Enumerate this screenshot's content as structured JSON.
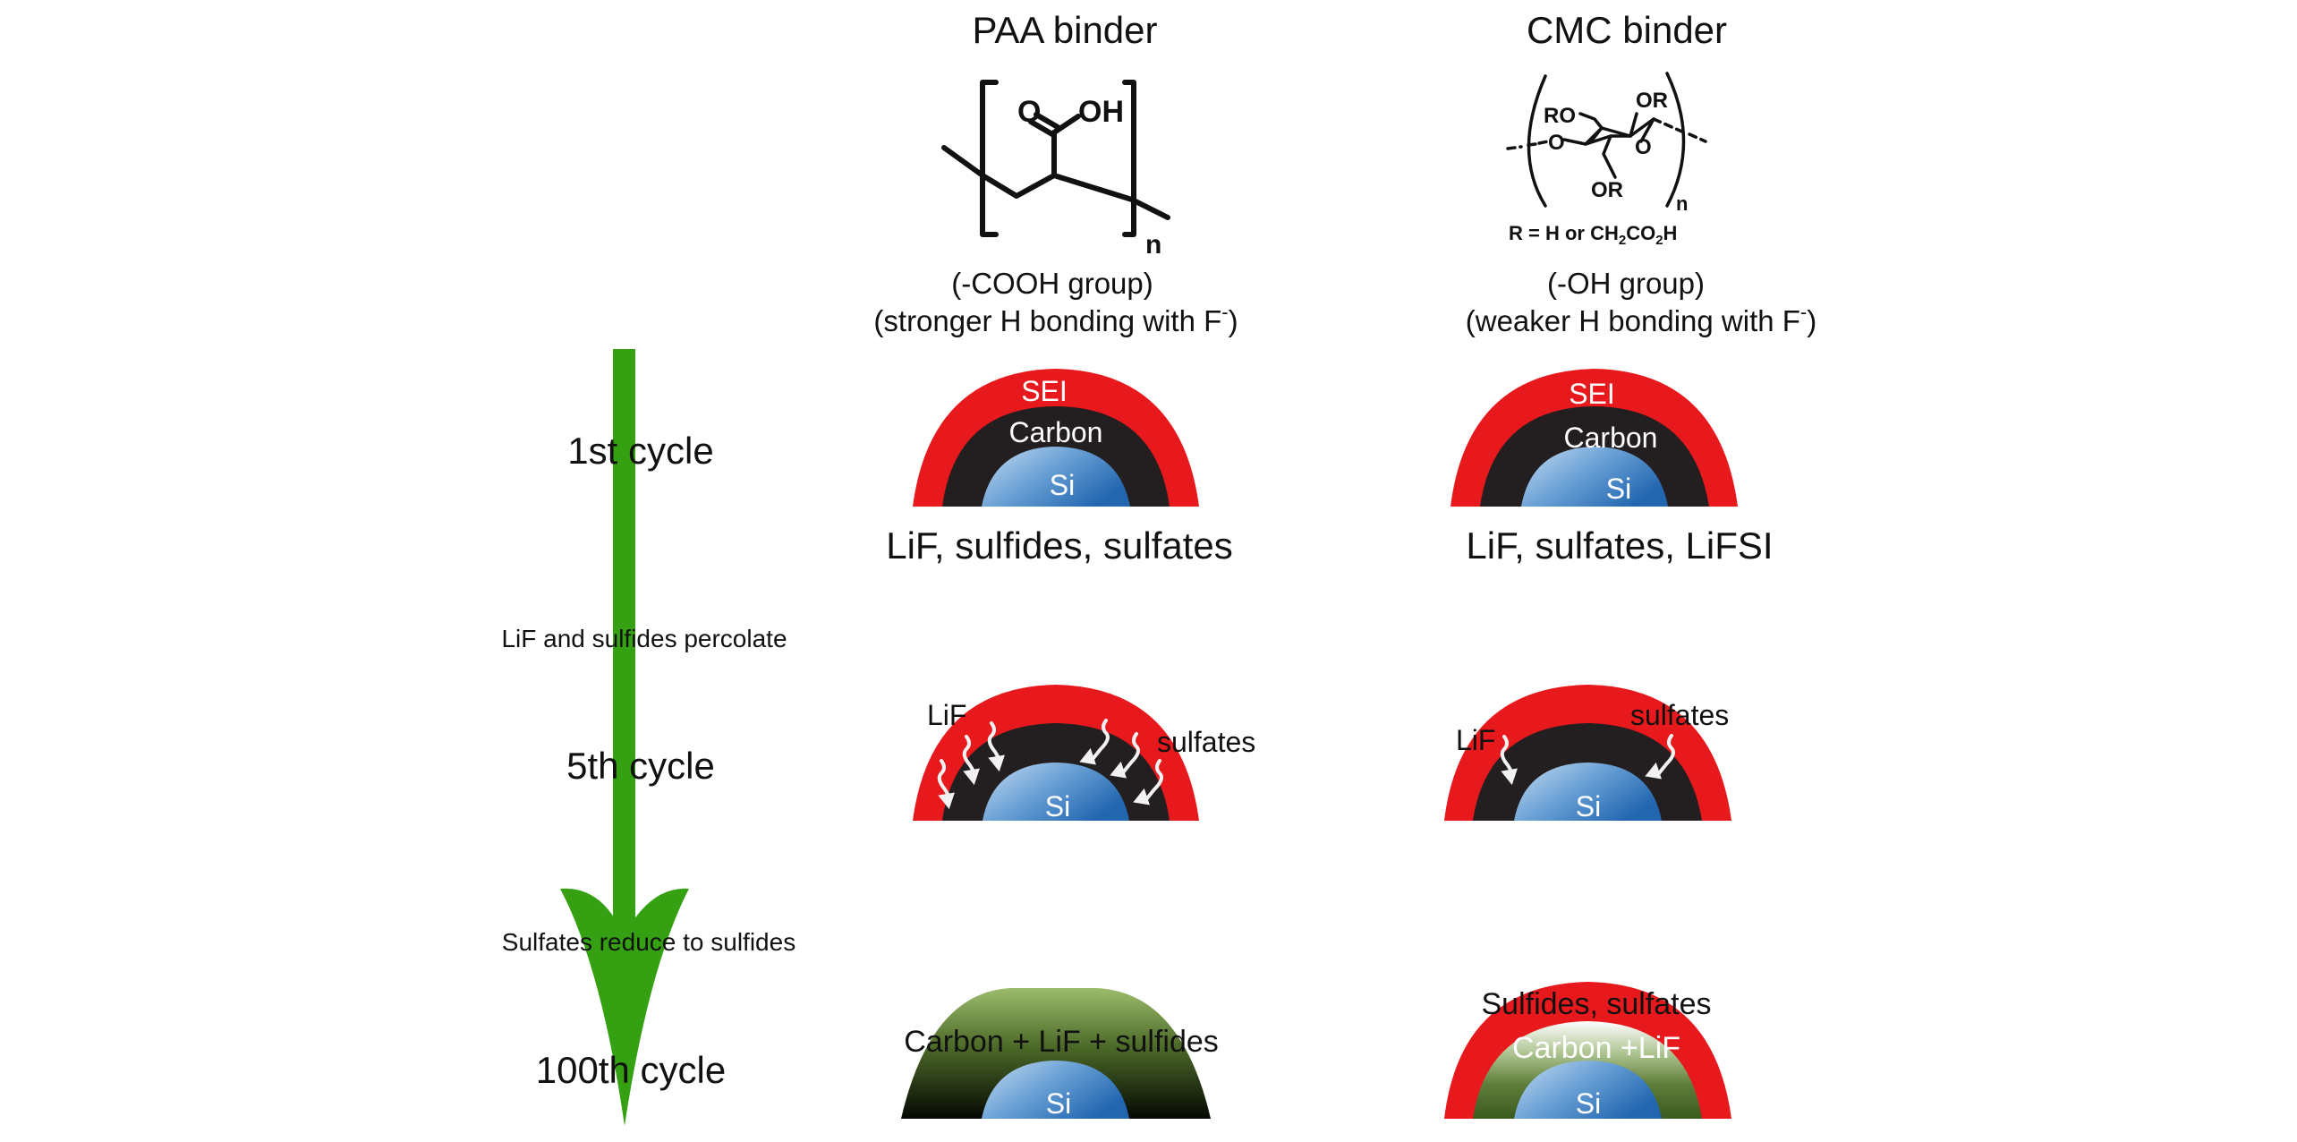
{
  "columns": {
    "paa": {
      "title": "PAA binder",
      "structure": {
        "carbonyl_o": "O",
        "oh": "OH",
        "repeat": "n"
      },
      "group": "(-COOH group)",
      "bonding": "(stronger H bonding with F",
      "bonding_sup": "-",
      "bonding_close": ")"
    },
    "cmc": {
      "title": "CMC binder",
      "structure": {
        "ro": "RO",
        "or_top": "OR",
        "o_left": "O",
        "o_ring": "O",
        "or_bottom": "OR",
        "repeat": "n",
        "r_def_prefix": "R = H  or  CH",
        "r_def_sub1": "2",
        "r_def_mid": "CO",
        "r_def_sub2": "2",
        "r_def_suffix": "H"
      },
      "group": "(-OH group)",
      "bonding": "(weaker H bonding with F",
      "bonding_sup": "-",
      "bonding_close": ")"
    }
  },
  "timeline": {
    "arrow_color": "#35a012",
    "stages": [
      {
        "label": "1st cycle"
      },
      {
        "label": "5th cycle"
      },
      {
        "label": "100th cycle"
      }
    ],
    "transitions": [
      "LiF and sulfides percolate",
      "Sulfates reduce to sulfides"
    ]
  },
  "particles": {
    "paa": [
      {
        "outer": "SEI",
        "middle": "Carbon",
        "core": "Si",
        "caption": "LiF, sulfides, sulfates"
      },
      {
        "core": "Si",
        "label_left": "LiF",
        "label_right": "sulfates"
      },
      {
        "core": "Si",
        "overlay": "Carbon + LiF + sulfides"
      }
    ],
    "cmc": [
      {
        "outer": "SEI",
        "middle": "Carbon",
        "core": "Si",
        "caption": "LiF, sulfates, LiFSI"
      },
      {
        "core": "Si",
        "label_left": "LiF",
        "label_right": "sulfates"
      },
      {
        "core": "Si",
        "outer_label": "Sulfides, sulfates",
        "middle": "Carbon +LiF"
      }
    ]
  },
  "colors": {
    "sei_red": "#e8191c",
    "carbon_black": "#231f20",
    "si_blue_light": "#b8d3ee",
    "si_blue_dark": "#2a72b8",
    "degraded_green_top": "#93b466",
    "degraded_green_bottom": "#0a0f04",
    "cmc_green_bottom": "#3f5f22"
  }
}
